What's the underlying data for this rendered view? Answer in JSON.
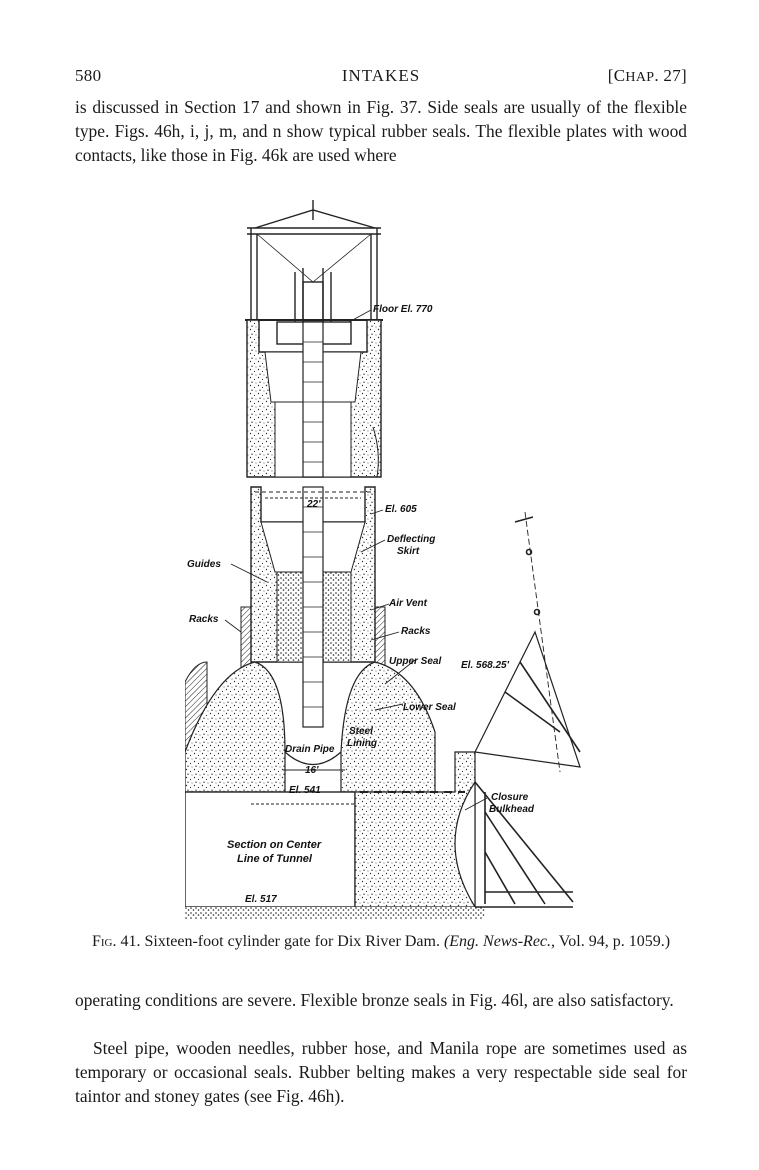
{
  "header": {
    "page_number": "580",
    "running_title": "INTAKES",
    "chapter_prefix": "[C",
    "chapter_smallcaps": "HAP",
    "chapter_suffix": ". 27]"
  },
  "body": {
    "paragraph1": "is discussed in Section 17 and shown in Fig. 37. Side seals are usually of the flexible type. Figs. 46h, i, j, m, and n show typical rubber seals. The flexible plates with wood contacts, like those in Fig. 46k are used where",
    "paragraph2": "operating conditions are severe. Flexible bronze seals in Fig. 46l, are also satisfactory.",
    "paragraph3": "Steel pipe, wooden needles, rubber hose, and Manila rope are sometimes used as temporary or occasional seals. Rubber belting makes a very respectable side seal for taintor and stoney gates (see Fig. 46h)."
  },
  "figure": {
    "labels": {
      "floor_el": "Floor El. 770",
      "el_605": "El. 605",
      "dim_22": "22'",
      "deflecting_skirt_1": "Deflecting",
      "deflecting_skirt_2": "Skirt",
      "guides": "Guides",
      "air_vent": "Air Vent",
      "racks_left": "Racks",
      "racks_right": "Racks",
      "upper_seal": "Upper Seal",
      "el_568": "El. 568.25'",
      "lower_seal": "Lower Seal",
      "steel_lining_1": "Steel",
      "steel_lining_2": "Lining",
      "drain_pipe": "Drain Pipe",
      "dim_16": "16'",
      "el_541": "El. 541",
      "closure_1": "Closure",
      "closure_2": "Bulkhead",
      "section_1": "Section on Center",
      "section_2": "Line of Tunnel",
      "el_517": "El. 517"
    },
    "caption": {
      "fig_label": "Fig. 41.",
      "text": "Sixteen-foot cylinder gate for Dix River Dam.",
      "source_italic": "(Eng. News-Rec.,",
      "source_tail": "Vol. 94, p. 1059.)"
    }
  }
}
